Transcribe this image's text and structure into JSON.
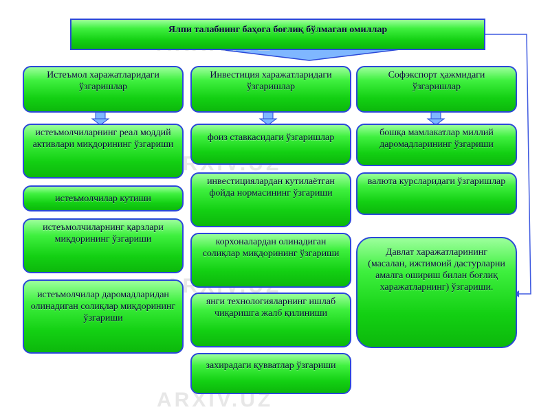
{
  "title": "Ялпи талабнинг баҳога боғлиқ бўлмаган омиллар",
  "columns": [
    {
      "header": "Истеъмол харажатларидаги ўзгаришлар",
      "items": [
        "истеъмолчиларнинг реал моддий активлари миқдорининг ўзгариши",
        "истеъмолчилар кутиши",
        "истеъмолчиларнинг қарзлари миқдорининг ўзгариши",
        "истеъмолчилар даромадларидан олинадиган солиқлар миқдорининг ўзгариши"
      ]
    },
    {
      "header": "Инвестиция харажатларидаги ўзгаришлар",
      "items": [
        "фоиз ставкасидаги ўзгаришлар",
        "инвестициялардан кутилаётган фойда нормасининг ўзгариши",
        "корхоналардан олинадиган солиқлар миқдорининг ўзгариши",
        "янги технологияларнинг ишлаб чиқаришга жалб қилиниши",
        "захирадаги қувватлар ўзгариши"
      ]
    },
    {
      "header": "Софэкспорт ҳажмидаги ўзгаришлар",
      "items": [
        "бошқа мамлакатлар миллий даромадларининг ўзгариши",
        "валюта курсларидаги ўзгаришлар"
      ]
    }
  ],
  "government": "Давлат харажатларининг (масалан, ижтимоий дастурларни амалга ошириш билан боғлиқ харажатларнинг) ўзгариши.",
  "watermark": "ARXIV.UZ",
  "colors": {
    "box_fill": "#22dd22",
    "box_border": "#2a48d8",
    "connector": "#3f5ae0"
  }
}
